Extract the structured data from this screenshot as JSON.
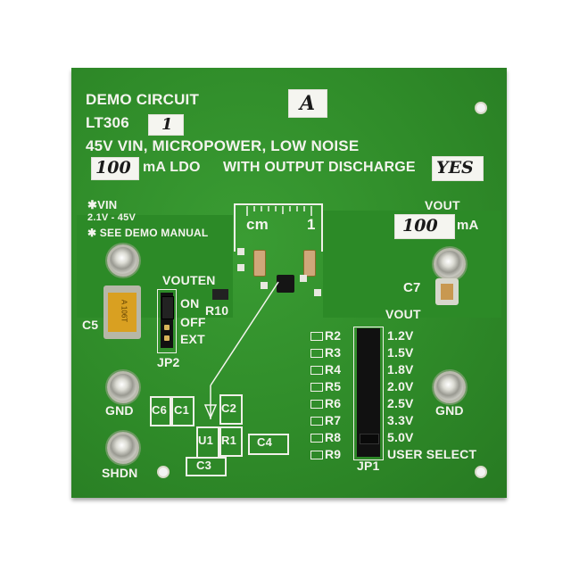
{
  "board": {
    "title_line1": "DEMO CIRCUIT",
    "revision": "A",
    "part_prefix": "LT306",
    "part_suffix": "1",
    "desc_line": "45V VIN, MICROPOWER, LOW NOISE",
    "current_value": "100",
    "ldo_label": "mA LDO",
    "discharge_label": "WITH OUTPUT DISCHARGE",
    "discharge_value": "YES"
  },
  "left_labels": {
    "vin": "✱VIN",
    "vin_range": "2.1V - 45V",
    "see_manual": "✱ SEE DEMO MANUAL",
    "gnd": "GND",
    "shdn": "SHDN",
    "c5": "C5",
    "jp2": "JP2",
    "vouten": "VOUTEN",
    "on": "ON",
    "off": "OFF",
    "ext": "EXT",
    "r10": "R10"
  },
  "ruler": {
    "unit": "cm",
    "mark": "1"
  },
  "right_labels": {
    "vout_top": "VOUT",
    "vout_current": "100",
    "vout_unit": "mA",
    "c7": "C7",
    "vout_mid": "VOUT",
    "gnd": "GND"
  },
  "components": {
    "c6": "C6",
    "c1": "C1",
    "c2": "C2",
    "u1": "U1",
    "r1": "R1",
    "c4": "C4",
    "c3": "C3"
  },
  "cap_marking": "A 106T",
  "voltage_select": {
    "rows": [
      {
        "ref": "R2",
        "voltage": "1.2V"
      },
      {
        "ref": "R3",
        "voltage": "1.5V"
      },
      {
        "ref": "R4",
        "voltage": "1.8V"
      },
      {
        "ref": "R5",
        "voltage": "2.0V"
      },
      {
        "ref": "R6",
        "voltage": "2.5V"
      },
      {
        "ref": "R7",
        "voltage": "3.3V"
      },
      {
        "ref": "R8",
        "voltage": "5.0V"
      },
      {
        "ref": "R9",
        "voltage": "USER SELECT"
      }
    ],
    "jp1": "JP1"
  }
}
